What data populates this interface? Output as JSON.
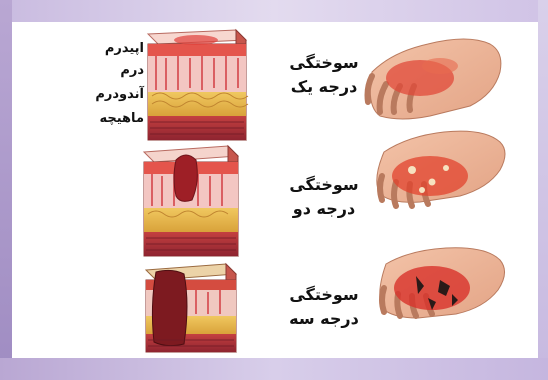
{
  "layer_labels": {
    "epidermis": "اپیدرم",
    "dermis": "درم",
    "endodermis": "آندودرم",
    "muscle": "ماهیچه"
  },
  "degrees": [
    {
      "line1": "سوختگی",
      "line2": "درجه یک"
    },
    {
      "line1": "سوختگی",
      "line2": "درجه دو"
    },
    {
      "line1": "سوختگی",
      "line2": "درجه سه"
    }
  ],
  "colors": {
    "frame_band": "#b9a7d3",
    "skin": "#f2c6b2",
    "burn_red": "#d8322a",
    "fat_yellow": "#e8b94a",
    "muscle_red": "#b8323a"
  }
}
